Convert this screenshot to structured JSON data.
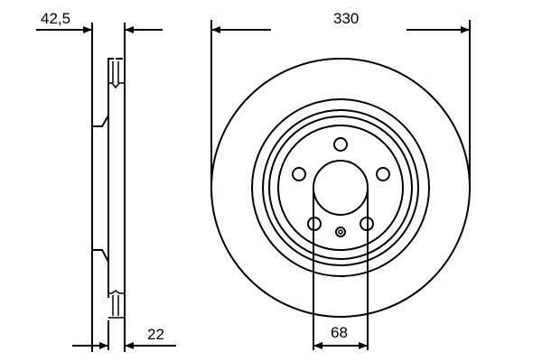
{
  "drawing": {
    "title": "Brake disc technical drawing",
    "line_color": "#000000",
    "background": "#ffffff"
  },
  "dimensions": {
    "height_overall": "42,5",
    "thickness": "22",
    "outer_diameter": "330",
    "center_bore": "68"
  },
  "disc": {
    "bolt_holes": 5,
    "rings": 5
  }
}
